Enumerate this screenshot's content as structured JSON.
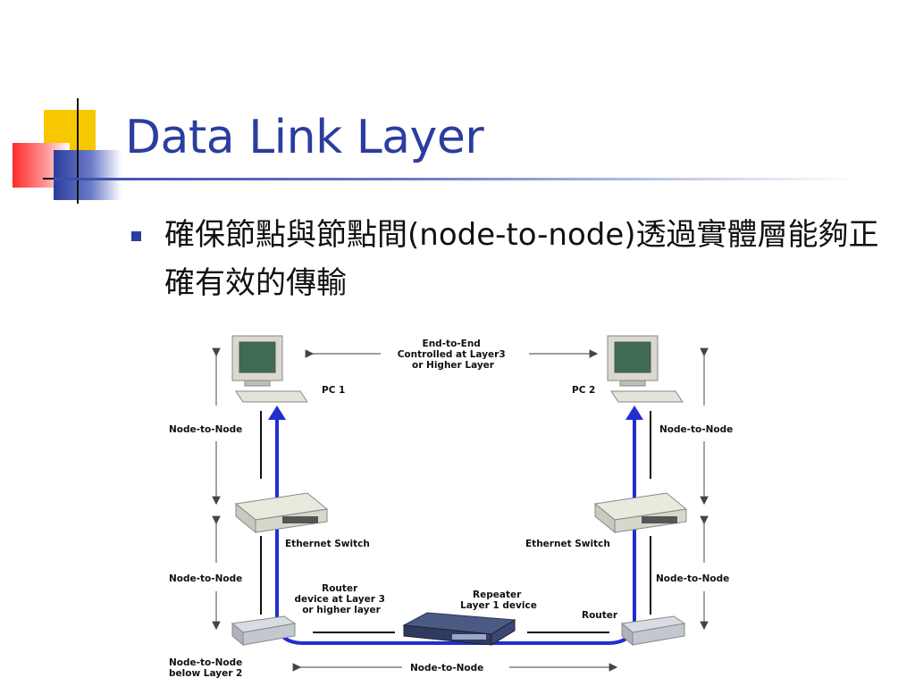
{
  "slide": {
    "title": "Data Link Layer",
    "bullet": "確保節點與節點間(node-to-node)透過實體層能夠正確有效的傳輸"
  },
  "colors": {
    "title": "#2b3d9e",
    "link": "#1f2fd0",
    "deco_yellow": "#f7c800",
    "deco_red": "#ff3b3b",
    "deco_blue": "#2b3d9e"
  },
  "diagram": {
    "end_to_end": [
      "End-to-End",
      "Controlled at Layer3",
      "or Higher Layer"
    ],
    "pc1": "PC 1",
    "pc2": "PC 2",
    "node_left_top": "Node-to-Node",
    "node_right_top": "Node-to-Node",
    "switch_left": "Ethernet Switch",
    "switch_right": "Ethernet Switch",
    "node_left_mid": "Node-to-Node",
    "node_right_mid": "Node-to-Node",
    "router_left": [
      "Router",
      "device at Layer 3",
      "or higher layer"
    ],
    "repeater": [
      "Repeater",
      "Layer 1 device"
    ],
    "router_right": "Router",
    "node_bottom_left": [
      "Node-to-Node",
      "below Layer 2"
    ],
    "node_bottom": "Node-to-Node",
    "icons": [
      "pc-icon",
      "ethernet-switch-icon",
      "router-icon",
      "repeater-icon"
    ]
  }
}
